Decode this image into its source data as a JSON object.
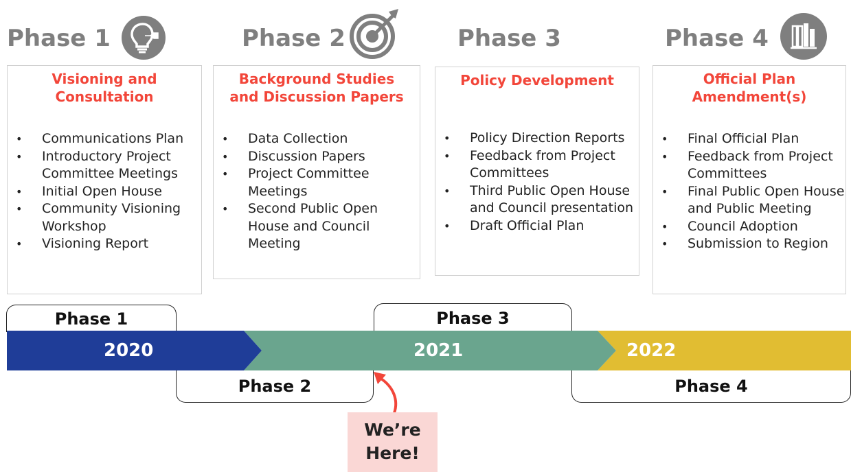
{
  "phases": [
    {
      "label": "Phase 1",
      "title": "Visioning and Consultation",
      "title_lines": [
        "Visioning and",
        "Consultation"
      ],
      "items": [
        "Communications Plan",
        "Introductory Project Committee Meetings",
        "Initial Open House",
        "Community Visioning Workshop",
        "Visioning Report"
      ],
      "icon": "lightbulb-icon"
    },
    {
      "label": "Phase 2",
      "title": "Background Studies and Discussion Papers",
      "title_lines": [
        "Background Studies",
        "and Discussion Papers"
      ],
      "items": [
        "Data Collection",
        "Discussion Papers",
        "Project Committee Meetings",
        "Second Public Open House and Council Meeting"
      ],
      "icon": "target-icon"
    },
    {
      "label": "Phase 3",
      "title": "Policy Development",
      "title_lines": [
        "Policy Development"
      ],
      "items": [
        "Policy Direction Reports",
        "Feedback from Project Committees",
        "Third Public Open House and Council presentation",
        "Draft Official Plan"
      ],
      "icon": ""
    },
    {
      "label": "Phase 4",
      "title": "Official Plan Amendment(s)",
      "title_lines": [
        "Official Plan",
        "Amendment(s)"
      ],
      "items": [
        "Final Official Plan",
        "Feedback from Project Committees",
        "Final Public Open House and Public Meeting",
        "Council Adoption",
        "Submission to Region"
      ],
      "icon": "books-icon"
    }
  ],
  "timeline": {
    "years": [
      {
        "label": "2020",
        "color": "#1f3d98"
      },
      {
        "label": "2021",
        "color": "#6aa58e"
      },
      {
        "label": "2022",
        "color": "#e1bd32"
      }
    ],
    "tabs_top": [
      "Phase 1",
      "Phase 3"
    ],
    "tabs_bottom": [
      "Phase 2",
      "Phase 4"
    ]
  },
  "marker": {
    "line1": "We’re",
    "line2": "Here!",
    "arrow_color": "#f2463a"
  },
  "colors": {
    "heading_gray": "#7f7f7f",
    "title_red": "#f2463a"
  }
}
